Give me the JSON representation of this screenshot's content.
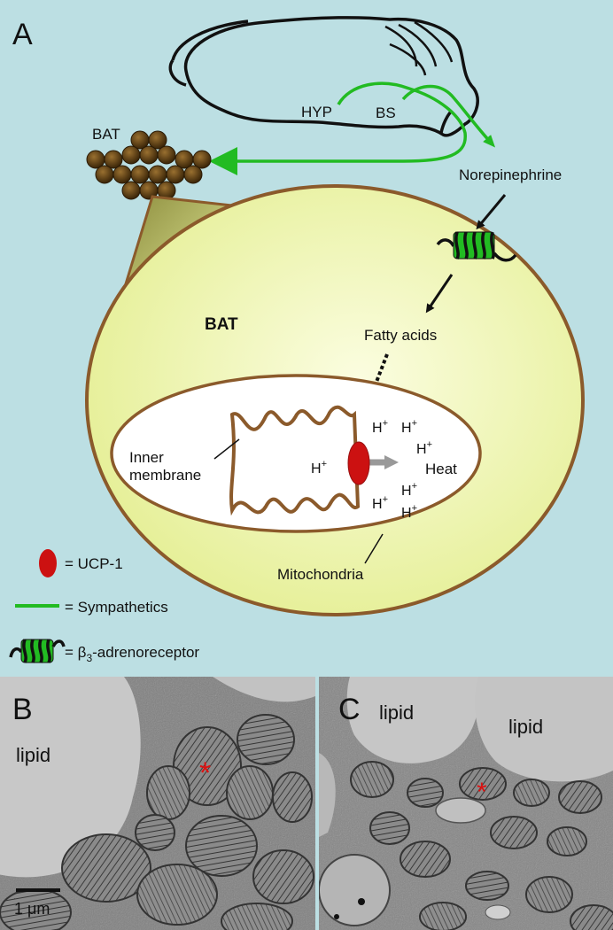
{
  "panels": {
    "a": "A",
    "b": "B",
    "c": "C"
  },
  "brain": {
    "hyp": "HYP",
    "bs": "BS"
  },
  "labels": {
    "bat_cluster": "BAT",
    "norepinephrine": "Norepinephrine",
    "bat_cell": "BAT",
    "fatty_acids": "Fatty acids",
    "inner_membrane_1": "Inner",
    "inner_membrane_2": "membrane",
    "mitochondria": "Mitochondria",
    "heat": "Heat",
    "proton_base": "H",
    "proton_sup": "+"
  },
  "legend": {
    "ucp1": "= UCP-1",
    "sympathetics": "= Sympathetics",
    "receptor_prefix": "= β",
    "receptor_sub": "3",
    "receptor_suffix": "-adrenoreceptor"
  },
  "micrographs": {
    "b_lipid": "lipid",
    "c_lipid_1": "lipid",
    "c_lipid_2": "lipid",
    "asterisk": "*",
    "scale": "1 μm"
  },
  "colors": {
    "background": "#bcdfe3",
    "cell_fill": "#eef5a6",
    "cell_outline": "#8b5a2b",
    "sympathetic_green": "#22bb22",
    "ucp1_red": "#cc1111",
    "bat_droplet": "#4a3512"
  }
}
